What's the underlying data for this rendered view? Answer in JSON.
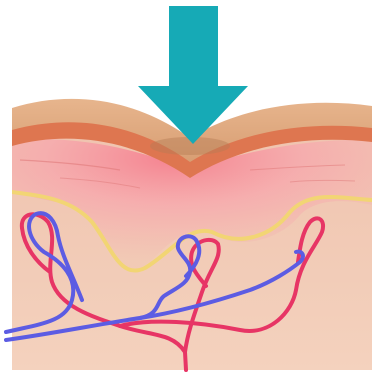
{
  "diagram": {
    "colors": {
      "background": "#ffffff",
      "arrow": "#16aab6",
      "skin_surface": "#dfac80",
      "epidermis_band": "#de7650",
      "dermis_pink": "#f7a0a6",
      "dermis_tissue": "#f1c7b0",
      "subcutaneous": "#f4cdb3",
      "wavy_line": "#f2d574",
      "artery": "#e73565",
      "vein": "#5c5ce3",
      "fiber_lines": "#e07a7a"
    },
    "elements": [
      {
        "name": "pressure-arrow",
        "kind": "arrow",
        "direction": "down"
      },
      {
        "name": "skin-surface-layer",
        "kind": "layer"
      },
      {
        "name": "epidermis-band",
        "kind": "layer"
      },
      {
        "name": "dermis-layer",
        "kind": "layer"
      },
      {
        "name": "subcutaneous-layer",
        "kind": "layer"
      },
      {
        "name": "artery-vessel",
        "kind": "vessel"
      },
      {
        "name": "vein-vessel",
        "kind": "vessel"
      }
    ]
  }
}
